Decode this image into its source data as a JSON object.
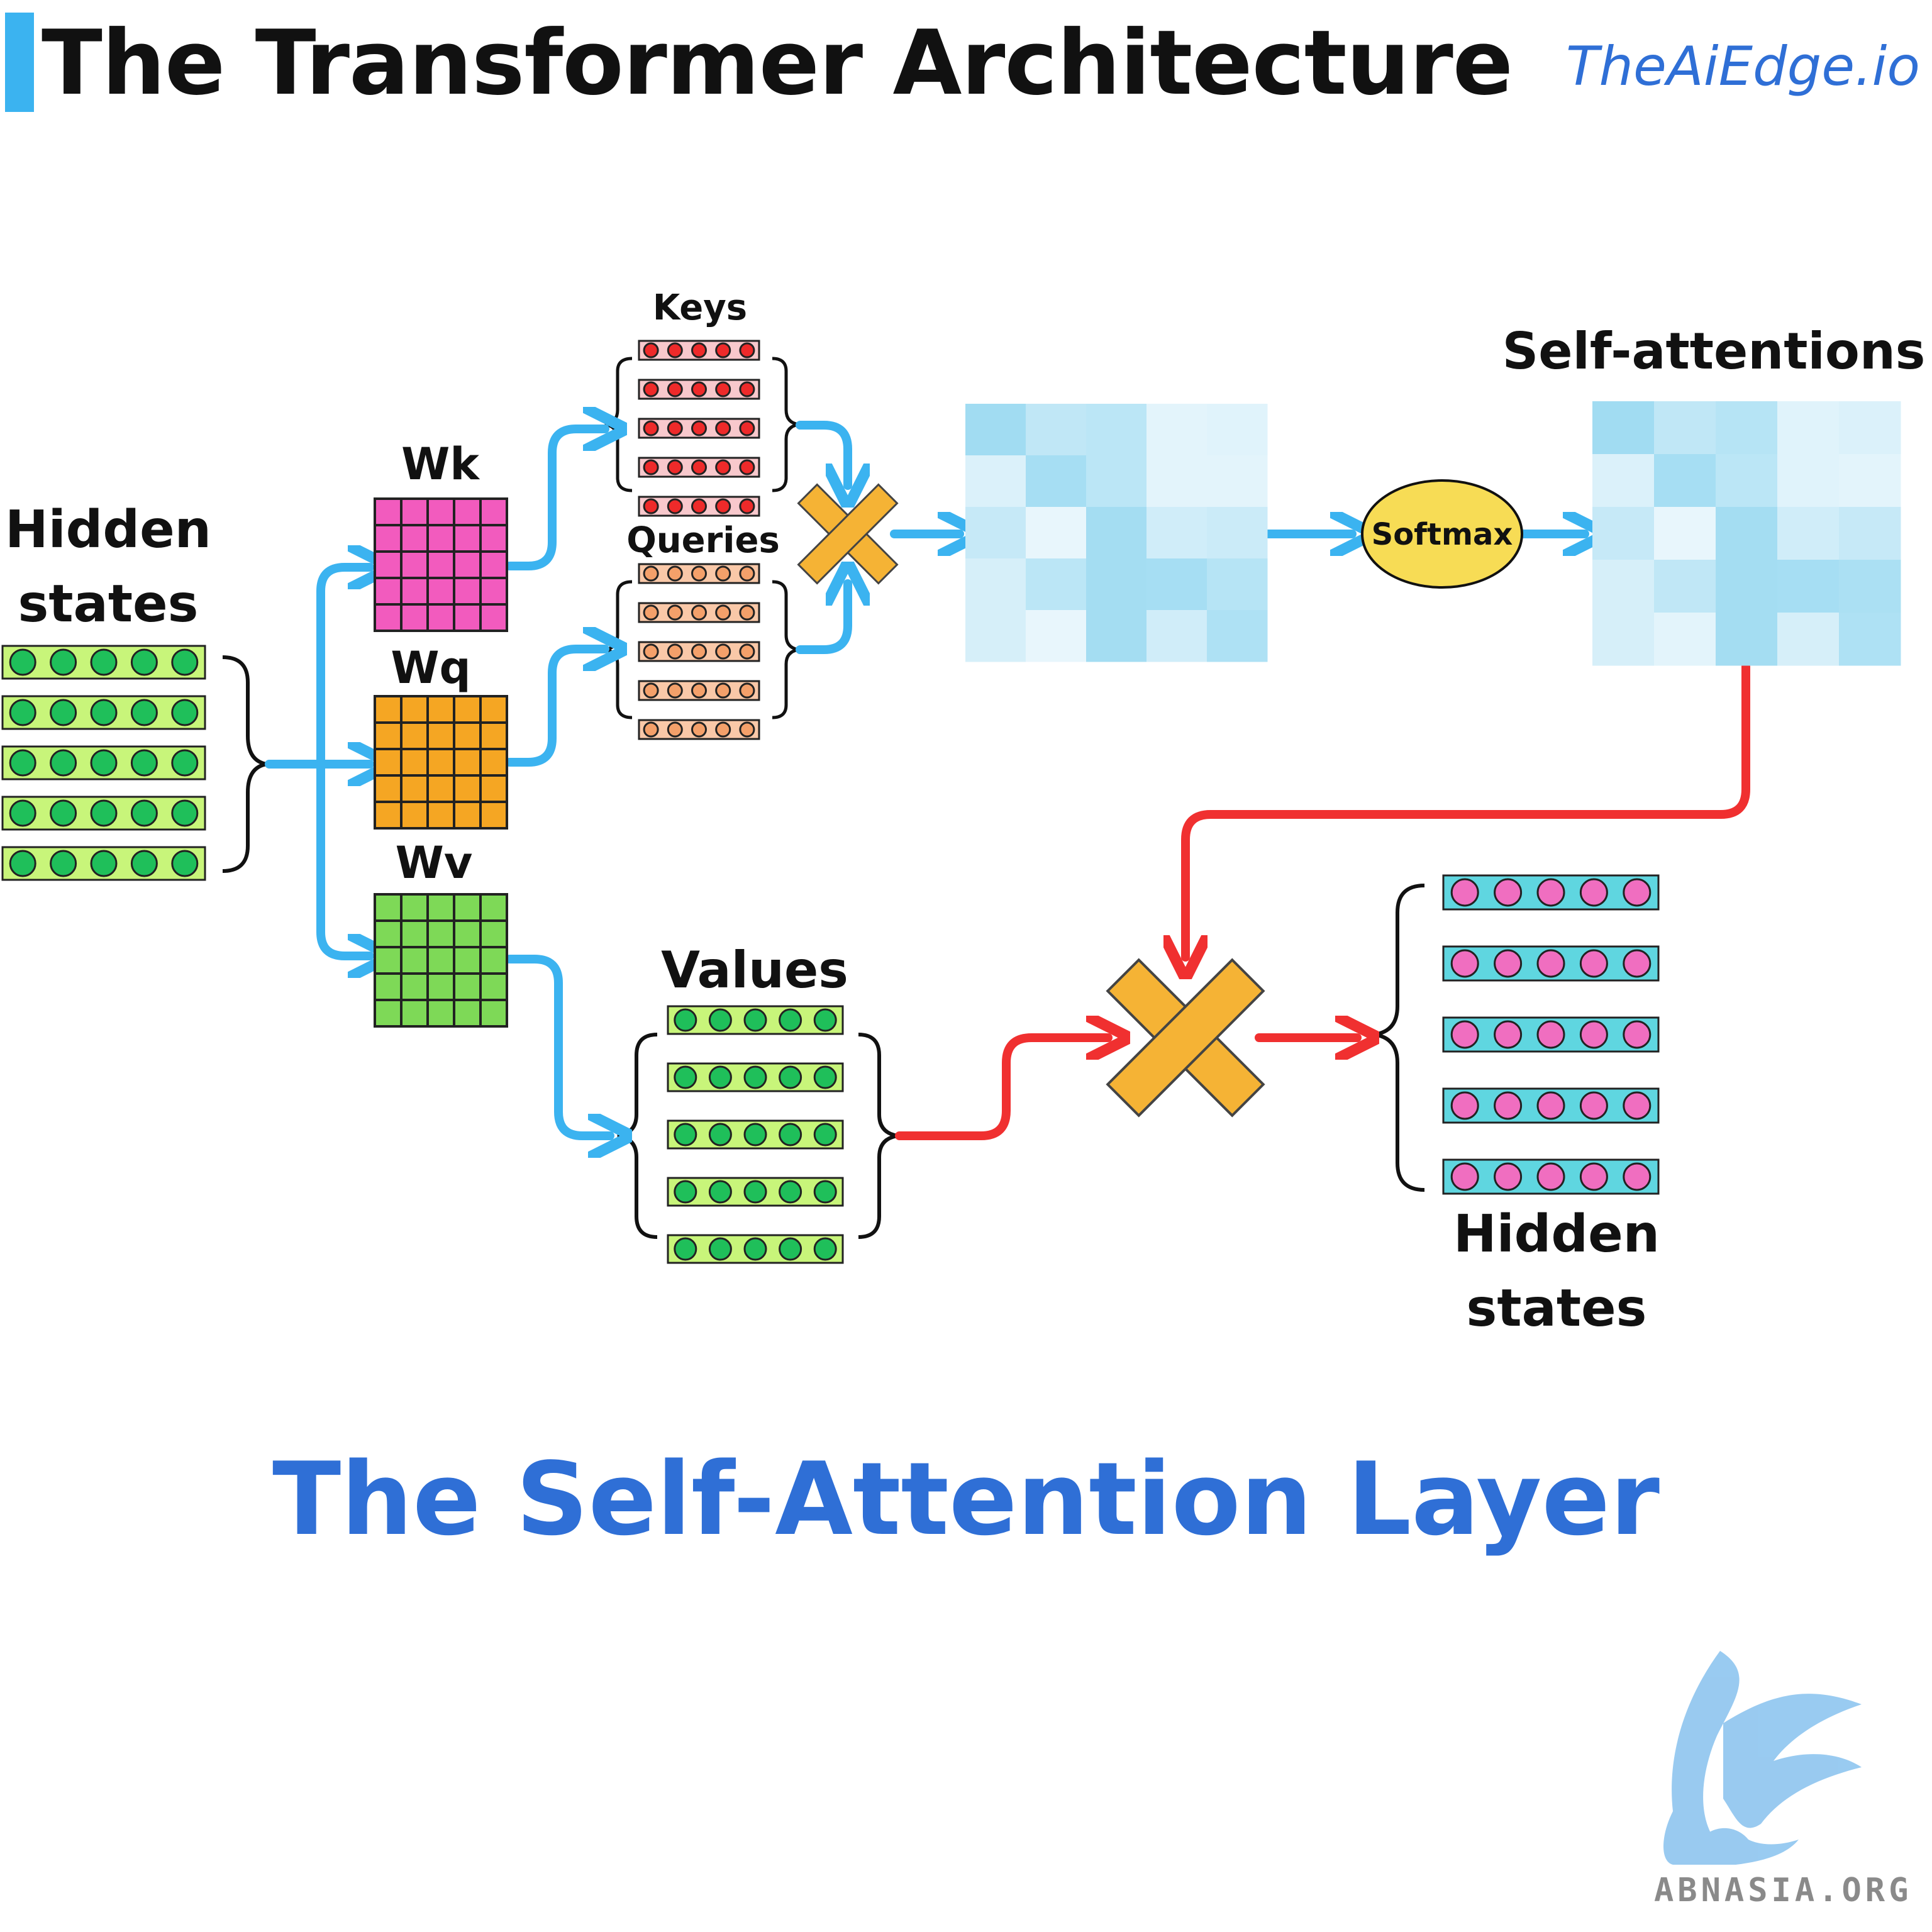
{
  "header": {
    "title": "The Transformer Architecture",
    "brand": "TheAiEdge.io",
    "accent_color": "#3bb3f0"
  },
  "labels": {
    "input_states": [
      "Hidden",
      "states"
    ],
    "wk": "Wk",
    "wq": "Wq",
    "wv": "Wv",
    "keys": "Keys",
    "queries": "Queries",
    "values": "Values",
    "softmax": "Softmax",
    "self_attentions": "Self-attentions",
    "output_states": [
      "Hidden",
      "states"
    ]
  },
  "subtitle": "The Self-Attention Layer",
  "watermark": {
    "text": "ABNASIA.ORG",
    "icon": "griffin-logo-icon"
  },
  "colors": {
    "flow_blue": "#3bb3f0",
    "flow_red": "#f03030",
    "wk": "#f25bbe",
    "wq": "#f5a623",
    "wv": "#7ed957",
    "multiply": "#f5b335",
    "softmax": "#f7dc55",
    "input_row": "#c8f57a",
    "input_dot": "#1fbf5a",
    "key_row": "#f8c8cc",
    "key_dot": "#ee2a2a",
    "query_row": "#f9c8a8",
    "query_dot": "#f4a06a",
    "output_row": "#5fd6e0",
    "output_dot": "#f06ec0"
  },
  "attention_matrix_pre": [
    [
      0.75,
      0.45,
      0.5,
      0.12,
      0.15
    ],
    [
      0.2,
      0.7,
      0.5,
      0.12,
      0.12
    ],
    [
      0.4,
      0.08,
      0.72,
      0.3,
      0.35
    ],
    [
      0.25,
      0.5,
      0.72,
      0.7,
      0.55
    ],
    [
      0.25,
      0.08,
      0.72,
      0.3,
      0.62
    ]
  ],
  "attention_matrix_post": [
    [
      0.75,
      0.45,
      0.55,
      0.15,
      0.2
    ],
    [
      0.2,
      0.7,
      0.5,
      0.15,
      0.12
    ],
    [
      0.4,
      0.08,
      0.72,
      0.3,
      0.4
    ],
    [
      0.25,
      0.45,
      0.72,
      0.7,
      0.65
    ],
    [
      0.25,
      0.12,
      0.72,
      0.25,
      0.62
    ]
  ]
}
